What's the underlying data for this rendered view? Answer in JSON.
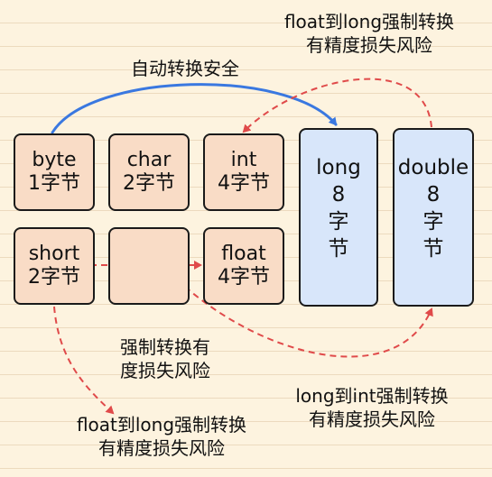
{
  "boxes": {
    "byte": {
      "name": "byte",
      "size": "1字节"
    },
    "char": {
      "name": "char",
      "size": "2字节"
    },
    "int": {
      "name": "int",
      "size": "4字节"
    },
    "short": {
      "name": "short",
      "size": "2字节"
    },
    "float": {
      "name": "float",
      "size": "4字节"
    },
    "long": {
      "name": "long",
      "size": "8字节"
    },
    "double": {
      "name": "double",
      "size": "8字节"
    }
  },
  "annotations": {
    "auto_safe": "自动转换安全",
    "float_to_long_top": [
      "float到long强制转换",
      "有精度损失风险"
    ],
    "cast_risk_mid": [
      "强制转换有",
      "度损失风险"
    ],
    "long_to_int": [
      "long到int强制转换",
      "有精度损失风险"
    ],
    "float_to_long_bottom": [
      "float到long强制转换",
      "有精度损失风险"
    ]
  },
  "colors": {
    "small_box_fill": "#f9dcc6",
    "large_box_fill": "#d8e6fa",
    "safe_arrow": "#3a78e0",
    "risk_arrow": "#e04a4a",
    "background": "#fdf3df"
  }
}
